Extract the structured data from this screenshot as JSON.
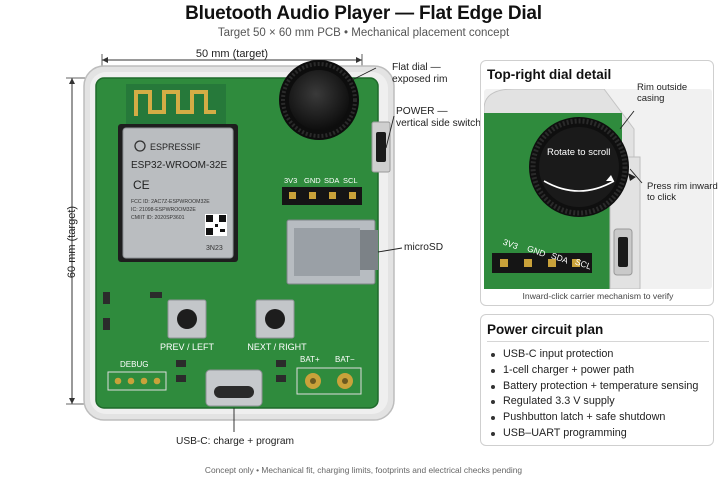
{
  "header": {
    "title": "Bluetooth Audio Player — Flat Edge Dial",
    "subtitle": "Target 50 × 60 mm PCB • Mechanical placement concept"
  },
  "dimensions": {
    "width_label": "50 mm (target)",
    "height_label": "60 mm (target)"
  },
  "board": {
    "module": {
      "brand": "ESPRESSIF",
      "model": "ESP32-WROOM-32E",
      "ce": "CE",
      "fcc": "FCC ID: 2AC7Z-ESPWROOM32E",
      "ic": "IC: 21098-ESPWROOM32E",
      "cmiit": "CMIIT ID: 2020SP3601",
      "code": "3N23"
    },
    "header_pins": [
      "3V3",
      "GND",
      "SDA",
      "SCL"
    ],
    "buttons": [
      "PREV / LEFT",
      "NEXT / RIGHT"
    ],
    "debug_label": "DEBUG",
    "battery_labels": [
      "BAT+",
      "BAT−"
    ]
  },
  "callouts": {
    "dial": "Flat dial —\nexposed rim",
    "power": "POWER —\nvertical side switch",
    "microsd": "microSD",
    "usbc": "USB-C: charge + program"
  },
  "detail_panel": {
    "title": "Top-right dial detail",
    "rim_note": "Rim outside\ncasing",
    "rotate": "Rotate to scroll",
    "press": "Press rim inward\nto click",
    "pins": [
      "3V3",
      "GND",
      "SDA",
      "SCL"
    ],
    "caption": "Inward-click carrier mechanism to verify"
  },
  "power_panel": {
    "title": "Power circuit plan",
    "items": [
      "USB-C input protection",
      "1-cell charger + power path",
      "Battery protection + temperature sensing",
      "Regulated 3.3 V supply",
      "Pushbutton latch + safe shutdown",
      "USB–UART programming"
    ]
  },
  "footer": "Concept only • Mechanical fit, charging limits, footprints and electrical checks pending",
  "colors": {
    "pcb": "#2e8a3c",
    "pcb_edge": "#1e6a2b",
    "casing": "#e6e6e6",
    "gold": "#c9a23a",
    "module": "#b9bcbf"
  }
}
